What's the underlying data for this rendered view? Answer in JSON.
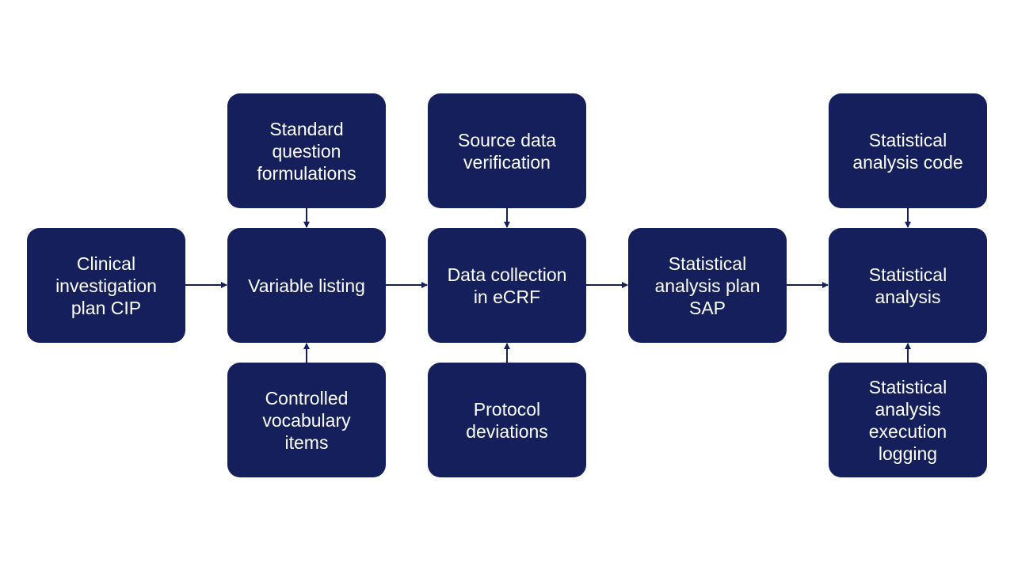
{
  "diagram": {
    "colors": {
      "box_fill": "#141f5c",
      "box_text": "#ffffff",
      "arrow": "#141f5c",
      "background": "#ffffff"
    },
    "nodes": [
      {
        "id": "cip",
        "label": "Clinical\ninvestigation\nplan CIP"
      },
      {
        "id": "sqf",
        "label": "Standard\nquestion\nformulations"
      },
      {
        "id": "var",
        "label": "Variable listing"
      },
      {
        "id": "cvi",
        "label": "Controlled\nvocabulary\nitems"
      },
      {
        "id": "sdv",
        "label": "Source data\nverification"
      },
      {
        "id": "dce",
        "label": "Data collection\nin eCRF"
      },
      {
        "id": "pd",
        "label": "Protocol\ndeviations"
      },
      {
        "id": "sap",
        "label": "Statistical\nanalysis plan\nSAP"
      },
      {
        "id": "sac",
        "label": "Statistical\nanalysis code"
      },
      {
        "id": "sa",
        "label": "Statistical\nanalysis"
      },
      {
        "id": "sael",
        "label": "Statistical\nanalysis\nexecution\nlogging"
      }
    ],
    "edges": [
      {
        "from": "cip",
        "to": "var"
      },
      {
        "from": "sqf",
        "to": "var"
      },
      {
        "from": "cvi",
        "to": "var"
      },
      {
        "from": "var",
        "to": "dce"
      },
      {
        "from": "sdv",
        "to": "dce"
      },
      {
        "from": "pd",
        "to": "dce"
      },
      {
        "from": "dce",
        "to": "sap"
      },
      {
        "from": "sap",
        "to": "sa"
      },
      {
        "from": "sac",
        "to": "sa"
      },
      {
        "from": "sael",
        "to": "sa"
      }
    ]
  }
}
